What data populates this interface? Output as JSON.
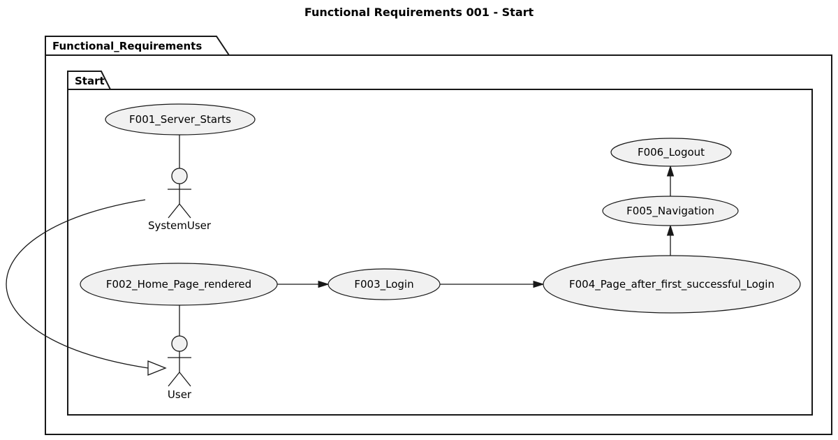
{
  "title": "Functional Requirements 001 - Start",
  "packages": {
    "outer": {
      "label": "Functional_Requirements"
    },
    "inner": {
      "label": "Start"
    }
  },
  "use_cases": {
    "f001": {
      "label": "F001_Server_Starts"
    },
    "f002": {
      "label": "F002_Home_Page_rendered"
    },
    "f003": {
      "label": "F003_Login"
    },
    "f004": {
      "label": "F004_Page_after_first_successful_Login"
    },
    "f005": {
      "label": "F005_Navigation"
    },
    "f006": {
      "label": "F006_Logout"
    }
  },
  "actors": {
    "system_user": {
      "label": "SystemUser"
    },
    "user": {
      "label": "User"
    }
  },
  "edges": [
    {
      "from": "F001_Server_Starts",
      "to": "SystemUser",
      "type": "association"
    },
    {
      "from": "F002_Home_Page_rendered",
      "to": "User",
      "type": "association"
    },
    {
      "from": "F002_Home_Page_rendered",
      "to": "F003_Login",
      "type": "directed-arrow"
    },
    {
      "from": "F003_Login",
      "to": "F004_Page_after_first_successful_Login",
      "type": "directed-arrow"
    },
    {
      "from": "F004_Page_after_first_successful_Login",
      "to": "F005_Navigation",
      "type": "directed-arrow"
    },
    {
      "from": "F005_Navigation",
      "to": "F006_Logout",
      "type": "directed-arrow"
    },
    {
      "from": "SystemUser",
      "to": "User",
      "type": "generalization"
    }
  ],
  "colors": {
    "background": "#ffffff",
    "node_fill": "#f1f1f1",
    "node_border": "#181818",
    "frame_border": "#181818",
    "line": "#181818",
    "text": "#000000"
  }
}
